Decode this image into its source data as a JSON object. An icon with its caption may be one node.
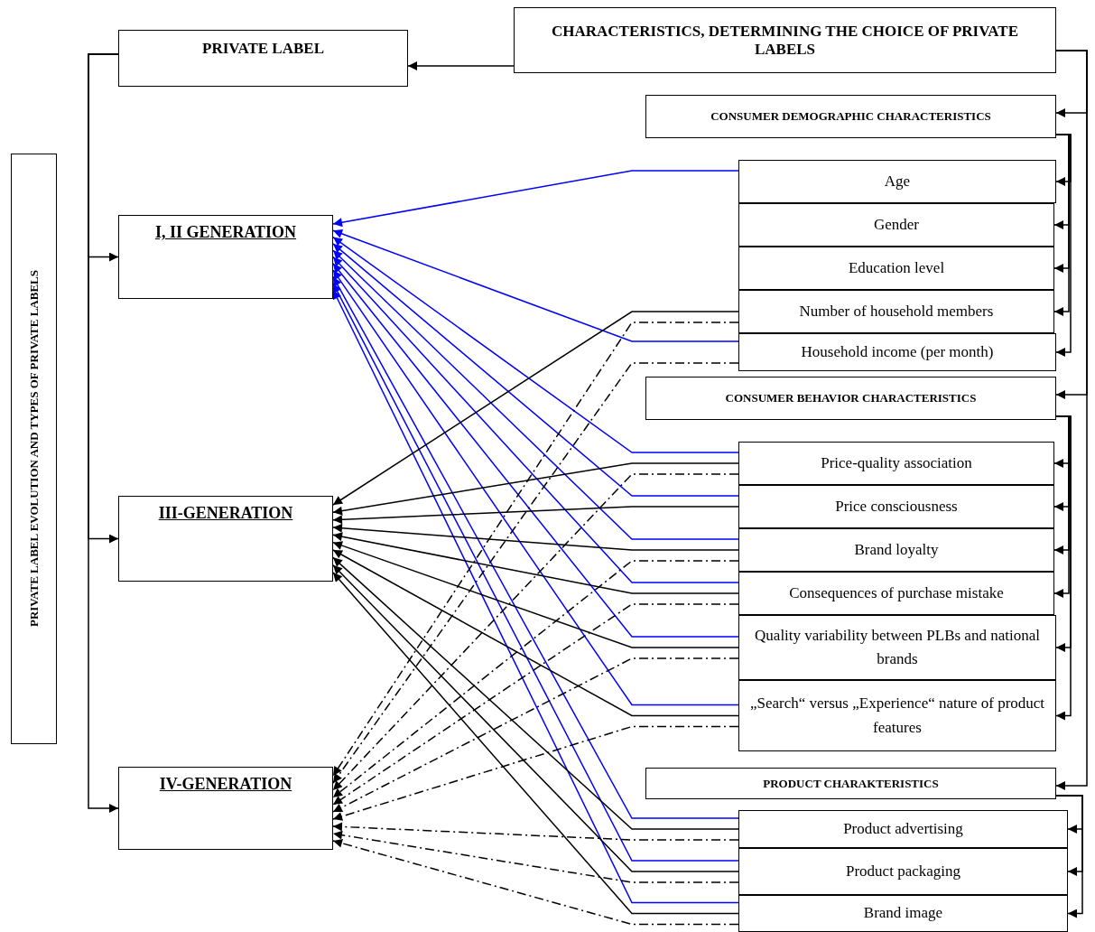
{
  "diagram": {
    "nodes": [
      {
        "text": [
          "PRIVATE LABEL"
        ]
      },
      {
        "text": [
          "CHARACTERISTICS, DETERMINING THE CHOICE OF PRIVATE LABELS"
        ]
      },
      {
        "text": [
          "CONSUMER DEMOGRAPHIC CHARACTERISTICS"
        ]
      },
      {
        "text": [
          "PRIVATE LABEL EVOLUTION AND TYPES OF PRIVATE LABELS"
        ]
      },
      {
        "text": [
          "Age"
        ]
      },
      {
        "text": [
          "Gender"
        ]
      },
      {
        "text": [
          "I, II GENERATION"
        ]
      },
      {
        "text": [
          "Education level"
        ]
      },
      {
        "text": [
          "Number of household members"
        ]
      },
      {
        "text": [
          "Household income (per month)"
        ]
      },
      {
        "text": [
          "CONSUMER BEHAVIOR CHARACTERISTICS"
        ]
      },
      {
        "text": [
          "Price-quality association"
        ]
      },
      {
        "text": [
          "Price consciousness"
        ]
      },
      {
        "text": [
          "III-GENERATION"
        ]
      },
      {
        "text": [
          "Brand loyalty"
        ]
      },
      {
        "text": [
          "Consequences of purchase mistake"
        ]
      },
      {
        "text": [
          "Quality variability between PLBs and national brands"
        ]
      },
      {
        "text": [
          "„Search“ versus „Experience“ nature of product features"
        ]
      },
      {
        "text": [
          "PRODUCT CHARAKTERISTICS"
        ]
      },
      {
        "text": [
          "IV-GENERATION"
        ]
      },
      {
        "text": [
          "Product advertising"
        ]
      },
      {
        "text": [
          "Product packaging"
        ]
      },
      {
        "text": [
          "Brand image"
        ]
      }
    ],
    "edges": [
      {
        "from": 1,
        "to": 0,
        "arrow": "to"
      },
      {
        "from": 0,
        "to": 6,
        "arrow": "to"
      },
      {
        "from": 0,
        "to": 13,
        "arrow": "to"
      },
      {
        "from": 0,
        "to": 19,
        "arrow": "to"
      },
      {
        "from": 1,
        "to": 2,
        "arrow": "to"
      },
      {
        "from": 1,
        "to": 10,
        "arrow": "to"
      },
      {
        "from": 1,
        "to": 18,
        "arrow": "to"
      },
      {
        "from": 2,
        "to": 4,
        "arrow": "to"
      },
      {
        "from": 2,
        "to": 5,
        "arrow": "to"
      },
      {
        "from": 2,
        "to": 7,
        "arrow": "to"
      },
      {
        "from": 2,
        "to": 8,
        "arrow": "to"
      },
      {
        "from": 2,
        "to": 9,
        "arrow": "to"
      },
      {
        "from": 10,
        "to": 11,
        "arrow": "to"
      },
      {
        "from": 10,
        "to": 12,
        "arrow": "to"
      },
      {
        "from": 10,
        "to": 14,
        "arrow": "to"
      },
      {
        "from": 10,
        "to": 15,
        "arrow": "to"
      },
      {
        "from": 10,
        "to": 16,
        "arrow": "to"
      },
      {
        "from": 10,
        "to": 17,
        "arrow": "to"
      },
      {
        "from": 18,
        "to": 20,
        "arrow": "to"
      },
      {
        "from": 18,
        "to": 21,
        "arrow": "to"
      },
      {
        "from": 18,
        "to": 22,
        "arrow": "to"
      },
      {
        "from": 4,
        "to": 6,
        "arrow": "to",
        "color": "#0000ff"
      },
      {
        "from": 9,
        "to": 6,
        "arrow": "to",
        "color": "#0000ff"
      },
      {
        "from": 11,
        "to": 6,
        "arrow": "to",
        "color": "#0000ff"
      },
      {
        "from": 12,
        "to": 6,
        "arrow": "to",
        "color": "#0000ff"
      },
      {
        "from": 14,
        "to": 6,
        "arrow": "to",
        "color": "#0000ff"
      },
      {
        "from": 15,
        "to": 6,
        "arrow": "to",
        "color": "#0000ff"
      },
      {
        "from": 16,
        "to": 6,
        "arrow": "to",
        "color": "#0000ff"
      },
      {
        "from": 17,
        "to": 6,
        "arrow": "to",
        "color": "#0000ff"
      },
      {
        "from": 20,
        "to": 6,
        "arrow": "to",
        "color": "#0000ff"
      },
      {
        "from": 21,
        "to": 6,
        "arrow": "to",
        "color": "#0000ff"
      },
      {
        "from": 22,
        "to": 6,
        "arrow": "to",
        "color": "#0000ff"
      },
      {
        "from": 8,
        "to": 13,
        "arrow": "to"
      },
      {
        "from": 11,
        "to": 13,
        "arrow": "to"
      },
      {
        "from": 12,
        "to": 13,
        "arrow": "to"
      },
      {
        "from": 14,
        "to": 13,
        "arrow": "to"
      },
      {
        "from": 15,
        "to": 13,
        "arrow": "to"
      },
      {
        "from": 16,
        "to": 13,
        "arrow": "to"
      },
      {
        "from": 17,
        "to": 13,
        "arrow": "to"
      },
      {
        "from": 20,
        "to": 13,
        "arrow": "to"
      },
      {
        "from": 21,
        "to": 13,
        "arrow": "to"
      },
      {
        "from": 22,
        "to": 13,
        "arrow": "to"
      },
      {
        "from": 8,
        "to": 19,
        "arrow": "to",
        "style": "dashed"
      },
      {
        "from": 9,
        "to": 19,
        "arrow": "to",
        "style": "dashed"
      },
      {
        "from": 11,
        "to": 19,
        "arrow": "to",
        "style": "dashed"
      },
      {
        "from": 14,
        "to": 19,
        "arrow": "to",
        "style": "dashed"
      },
      {
        "from": 15,
        "to": 19,
        "arrow": "to",
        "style": "dashed"
      },
      {
        "from": 16,
        "to": 19,
        "arrow": "to",
        "style": "dashed"
      },
      {
        "from": 17,
        "to": 19,
        "arrow": "to",
        "style": "dashed"
      },
      {
        "from": 20,
        "to": 19,
        "arrow": "to",
        "style": "dashed"
      },
      {
        "from": 21,
        "to": 19,
        "arrow": "to",
        "style": "dashed"
      },
      {
        "from": 22,
        "to": 19,
        "arrow": "to",
        "style": "dashed"
      }
    ]
  }
}
